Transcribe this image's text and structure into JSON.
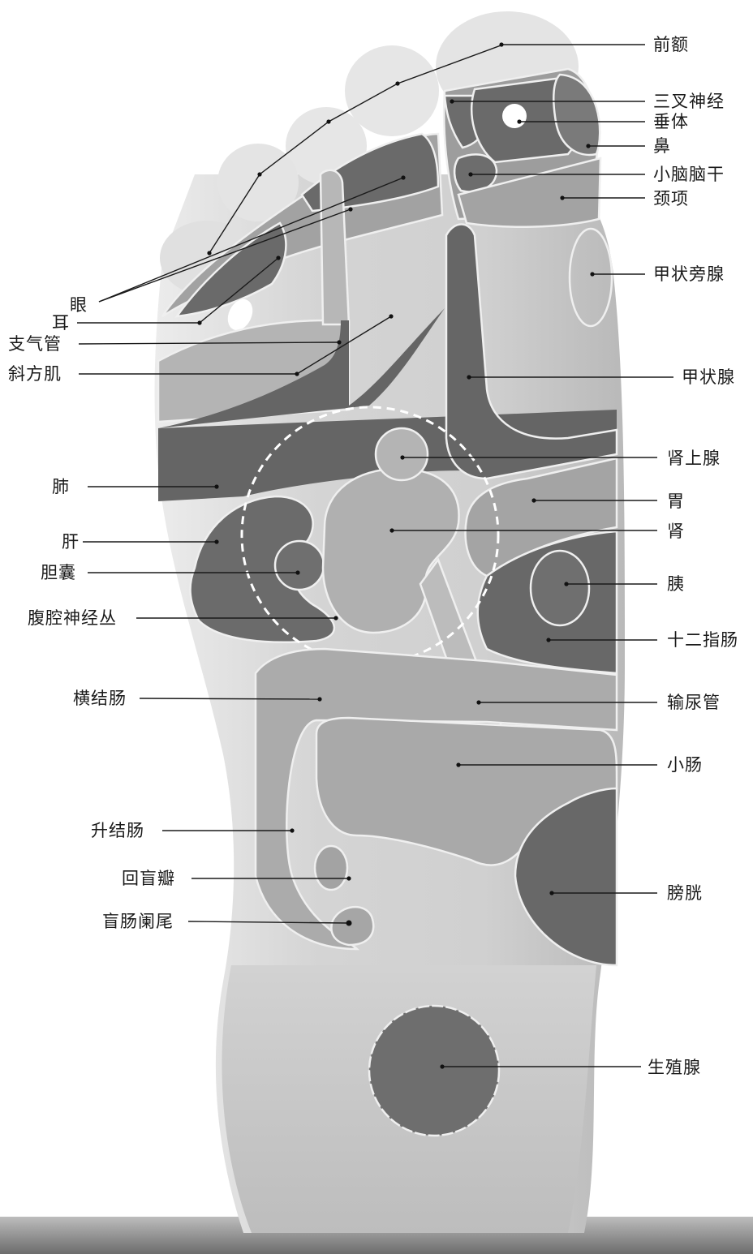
{
  "labels": {
    "qian_e": "前额",
    "san_cha_shen_jing": "三叉神经",
    "chui_ti": "垂体",
    "bi": "鼻",
    "xiao_nao_nao_gan": "小脑脑干",
    "jing_xiang": "颈项",
    "jia_zhuang_pang_xian": "甲状旁腺",
    "jia_zhuang_xian": "甲状腺",
    "shen_shang_xian": "肾上腺",
    "wei": "胃",
    "shen": "肾",
    "yi": "胰",
    "shi_er_zhi_chang": "十二指肠",
    "shu_niao_guan": "输尿管",
    "xiao_chang": "小肠",
    "pang_guang": "膀胱",
    "sheng_zhi_xian": "生殖腺",
    "yan": "眼",
    "er": "耳",
    "zhi_qi_guan": "支气管",
    "xie_fang_ji": "斜方肌",
    "fei": "肺",
    "gan": "肝",
    "dan_nang": "胆囊",
    "fu_qiang_shen_jing_cong": "腹腔神经丛",
    "heng_jie_chang": "横结肠",
    "sheng_jie_chang": "升结肠",
    "hui_mang_ban": "回盲瓣",
    "mang_chang_lan_wei": "盲肠阑尾"
  },
  "colors": {
    "region_dark": "#636363",
    "region_light": "#a8a8a8",
    "skin": "#d9d9d9",
    "outline": "#f0f0f0"
  }
}
